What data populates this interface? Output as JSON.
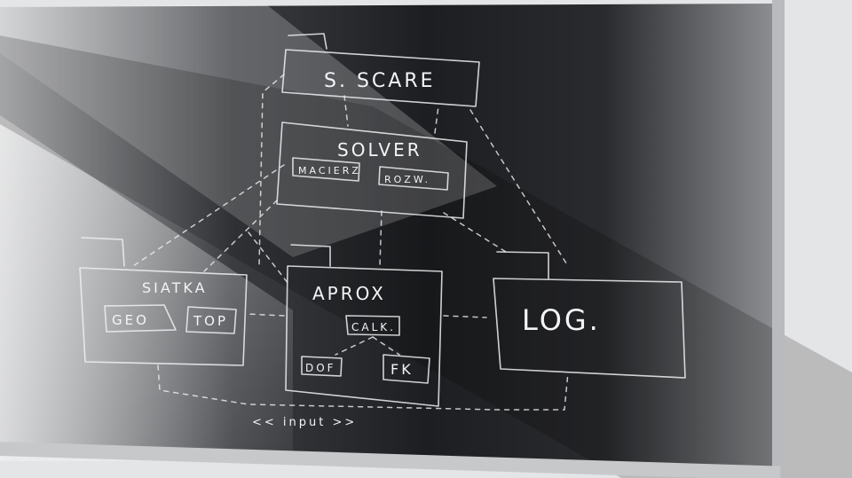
{
  "board": {
    "packages": {
      "main": "S. SCARE",
      "solver": "SOLVER",
      "siatka": "SIATKA",
      "aprox": "APROX",
      "log": "LOG."
    },
    "components": {
      "macierz": "MACIERZ",
      "rozw": "ROZW.",
      "geo": "GEO",
      "top": "TOP",
      "calk": "CALK.",
      "dof": "DOF",
      "fk": "FK"
    },
    "note": "<< input >>"
  }
}
